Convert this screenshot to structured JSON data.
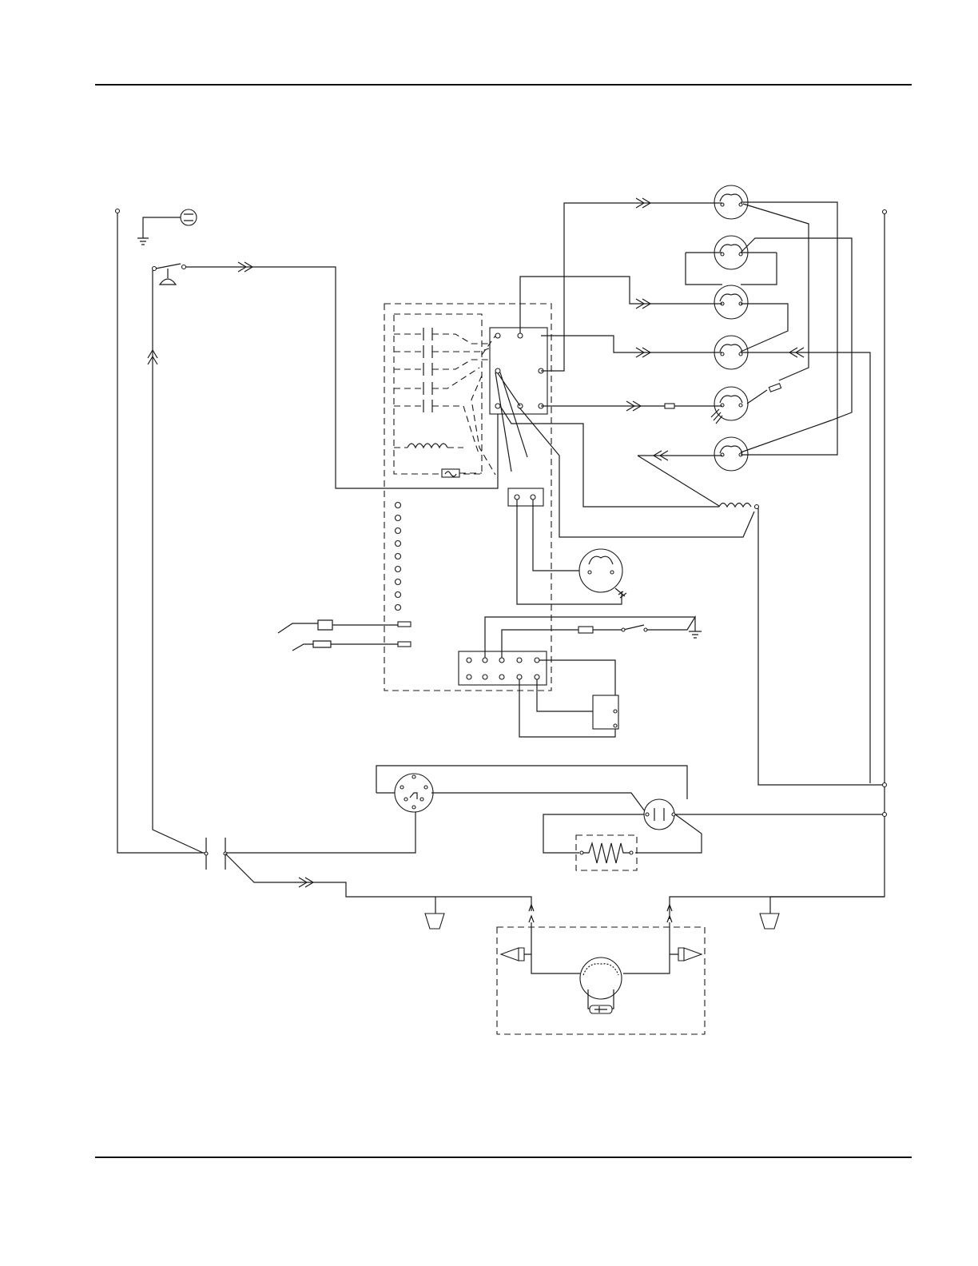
{
  "page": {
    "has_header_rule": true,
    "has_footer_rule": true
  },
  "diagram": {
    "type": "electrical wiring schematic",
    "text_labels": [],
    "components": [
      "ground-symbol",
      "lamp-socket",
      "door-switch",
      "connector-arrows",
      "control-relay-board",
      "burner-valve-connectors",
      "igniter-coil",
      "thermostat-connector",
      "terminal-block",
      "relay-switch",
      "selector-switch-rotary",
      "motor",
      "heating-element",
      "power-plugs",
      "rotisserie-motor"
    ],
    "colors": {
      "ink": "#1a1a1a",
      "background": "#ffffff"
    }
  }
}
